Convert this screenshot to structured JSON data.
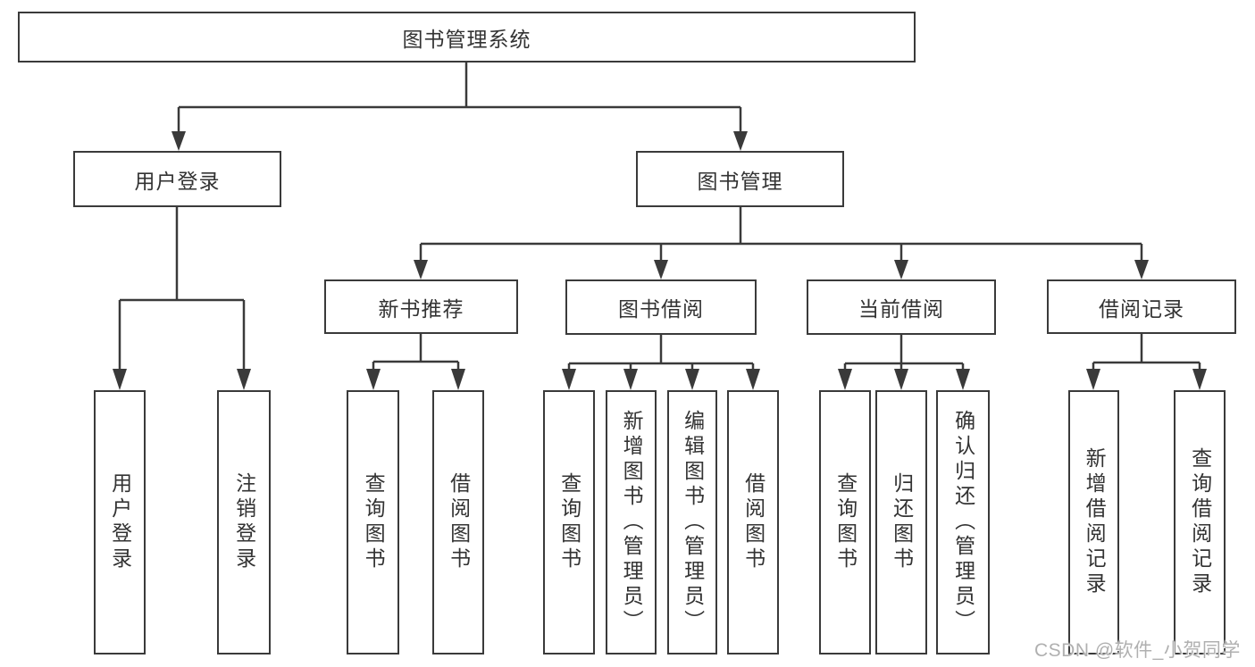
{
  "diagram": {
    "title_node": "图书管理系统",
    "level2": [
      {
        "label": "用户登录"
      },
      {
        "label": "图书管理"
      }
    ],
    "level3": [
      {
        "label": "新书推荐"
      },
      {
        "label": "图书借阅"
      },
      {
        "label": "当前借阅"
      },
      {
        "label": "借阅记录"
      }
    ],
    "leaves": {
      "user_login": [
        "用户登录",
        "注销登录"
      ],
      "new_book": [
        "查询图书",
        "借阅图书"
      ],
      "borrow": [
        "查询图书",
        "新增图书（管理员）",
        "编辑图书（管理员）",
        "借阅图书"
      ],
      "current": [
        "查询图书",
        "归还图书",
        "确认归还（管理员）"
      ],
      "records": [
        "新增借阅记录",
        "查询借阅记录"
      ]
    }
  },
  "watermark": {
    "text": "CSDN @软件_小贺同学"
  },
  "colors": {
    "line": "#3a3a3a",
    "border": "#3a3a3a",
    "text": "#333333",
    "watermark": "#b0b0b0",
    "background": "#ffffff"
  }
}
